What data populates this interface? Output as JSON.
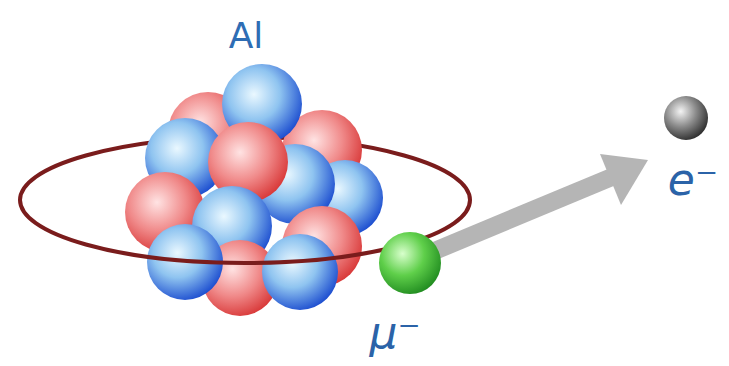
{
  "diagram": {
    "labels": [
      "Al",
      "μ⁻",
      "e⁻"
    ]
  }
}
